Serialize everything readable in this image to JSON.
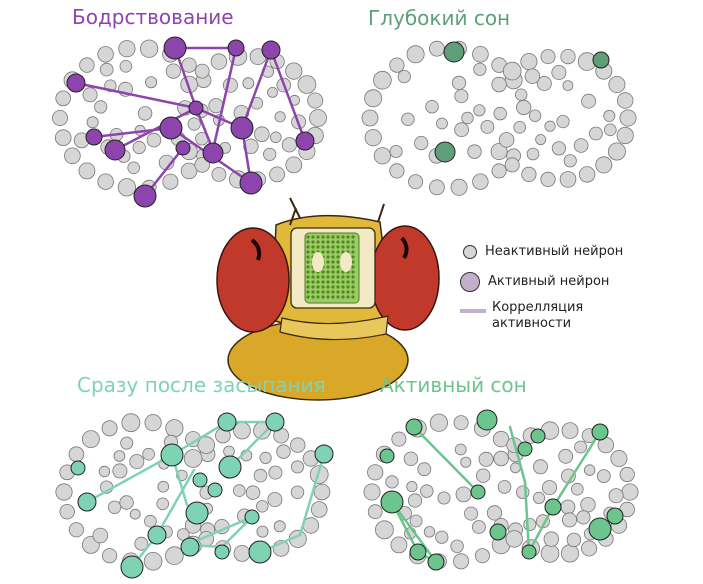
{
  "colors": {
    "awake": "#8e44ad",
    "deep": "#5e9e78",
    "early": "#7fd3b5",
    "active_sleep": "#6cc58c",
    "inactive_fill": "#d6d6d6",
    "legend_active_fill": "#c3aecb",
    "legend_line": "#c3aecb",
    "eye_red": "#c0392b",
    "head_yellow": "#e0b93a",
    "brain_green": "#7cb342"
  },
  "titles": {
    "awake": "Бодрствование",
    "deep": "Глубокий сон",
    "early": "Сразу после засыпания",
    "active": "Активный сон"
  },
  "legend": {
    "inactive": "Неактивный нейрон",
    "active": "Активный нейрон",
    "correlation": "Коррелляция активности"
  }
}
